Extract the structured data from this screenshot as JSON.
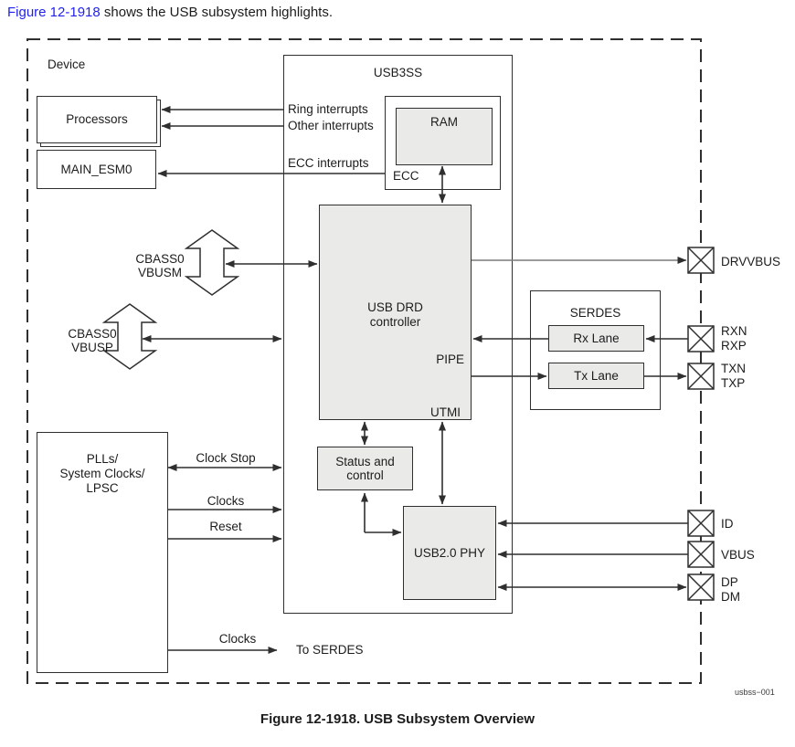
{
  "intro": {
    "link": "Figure 12-1918",
    "rest": " shows the USB subsystem highlights."
  },
  "caption": "Figure 12-1918. USB Subsystem Overview",
  "watermark": "usbss−001",
  "device": {
    "label": "Device"
  },
  "blocks": {
    "processors": "Processors",
    "main_esm0": "MAIN_ESM0",
    "usb3ss": "USB3SS",
    "ecc": "ECC",
    "ram": "RAM",
    "drd": {
      "line1": "USB DRD",
      "line2": "controller",
      "pipe": "PIPE",
      "utmi": "UTMI"
    },
    "serdes": "SERDES",
    "rx_lane": "Rx Lane",
    "tx_lane": "Tx Lane",
    "status": {
      "line1": "Status and",
      "line2": "control"
    },
    "usb2_phy": "USB2.0 PHY",
    "plls": {
      "line1": "PLLs/",
      "line2": "System Clocks/",
      "line3": "LPSC"
    }
  },
  "signals": {
    "ring": "Ring interrupts",
    "other": "Other interrupts",
    "ecc_interrupts": "ECC interrupts",
    "vbusm": {
      "line1": "CBASS0",
      "line2": "VBUSM"
    },
    "vbusp": {
      "line1": "CBASS0",
      "line2": "VBUSP"
    },
    "clock_stop": "Clock Stop",
    "clocks": "Clocks",
    "reset": "Reset",
    "clocks_serdes": "Clocks",
    "to_serdes": "To SERDES"
  },
  "pads": {
    "drvvbus": "DRVVBUS",
    "rxn": "RXN",
    "rxp": "RXP",
    "txn": "TXN",
    "txp": "TXP",
    "id": "ID",
    "vbus": "VBUS",
    "dp": "DP",
    "dm": "DM"
  },
  "colors": {
    "link": "#2222ee",
    "line": "#2f2f2f",
    "gray_fill": "#eaeae8",
    "drvvbus_line": "#7a7a7a"
  }
}
